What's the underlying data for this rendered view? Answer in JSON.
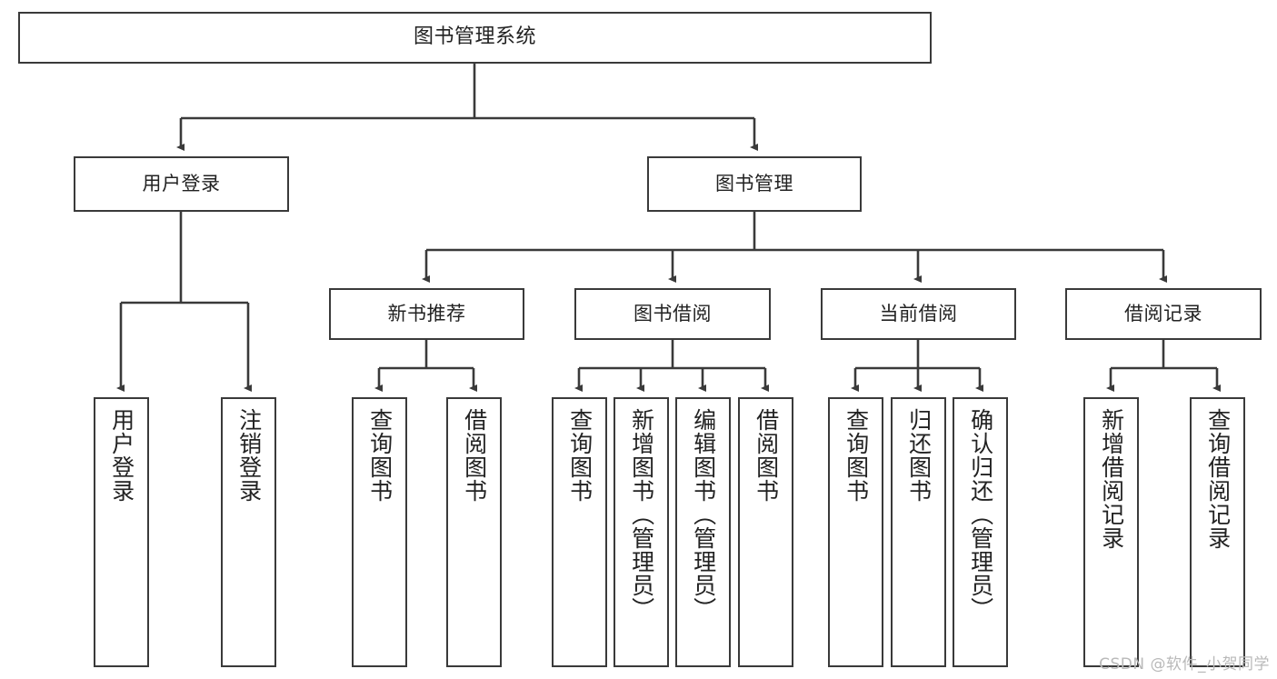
{
  "diagram": {
    "title": "图书管理系统",
    "watermark": "CSDN @软件_小贺同学",
    "colors": {
      "background": "#ffffff",
      "border": "#3a3a3a",
      "text": "#222222",
      "connector": "#3a3a3a",
      "watermark": "#b9b9b9"
    },
    "root": {
      "label": "图书管理系统"
    },
    "level1": [
      {
        "label": "用户登录"
      },
      {
        "label": "图书管理"
      }
    ],
    "level2": [
      {
        "label": "新书推荐"
      },
      {
        "label": "图书借阅"
      },
      {
        "label": "当前借阅"
      },
      {
        "label": "借阅记录"
      }
    ],
    "leaves": {
      "user_login": [
        {
          "label": "用户登录"
        },
        {
          "label": "注销登录"
        }
      ],
      "new_book_recommend": [
        {
          "label": "查询图书"
        },
        {
          "label": "借阅图书"
        }
      ],
      "book_borrow": [
        {
          "label": "查询图书"
        },
        {
          "label": "新增图书（管理员）"
        },
        {
          "label": "编辑图书（管理员）"
        },
        {
          "label": "借阅图书"
        }
      ],
      "current_borrow": [
        {
          "label": "查询图书"
        },
        {
          "label": "归还图书"
        },
        {
          "label": "确认归还（管理员）"
        }
      ],
      "borrow_record": [
        {
          "label": "新增借阅记录"
        },
        {
          "label": "查询借阅记录"
        }
      ]
    }
  }
}
